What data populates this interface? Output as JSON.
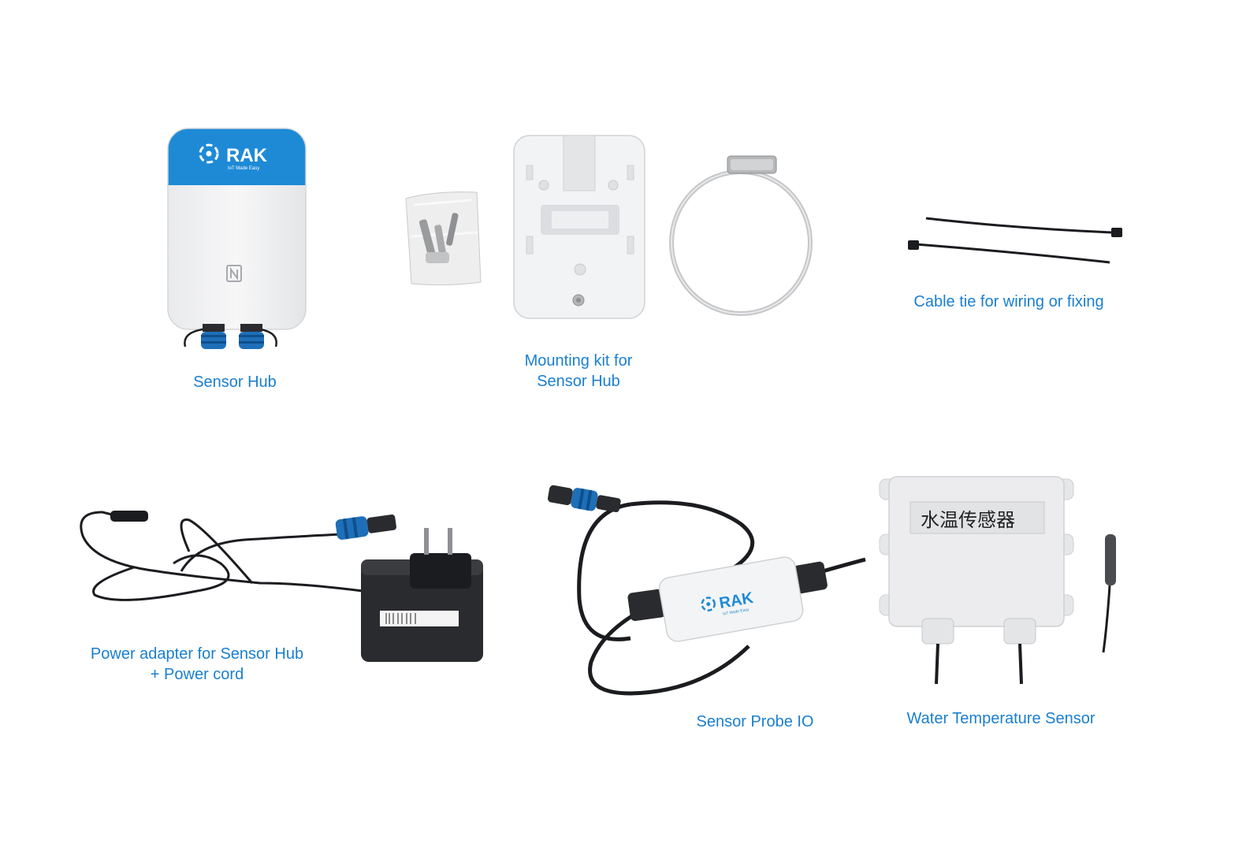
{
  "colors": {
    "caption": "#1a7fd1",
    "brand_blue": "#1e8ad6",
    "device_white": "#f1f2f4",
    "cable_black": "#1b1c1f"
  },
  "sensor_hub": {
    "caption": "Sensor Hub",
    "brand": "RAK",
    "tagline": "IoT Made Easy"
  },
  "mounting_kit": {
    "caption_line1": "Mounting kit for",
    "caption_line2": "Sensor Hub"
  },
  "cable_tie": {
    "caption": "Cable tie for wiring or fixing"
  },
  "power_adapter": {
    "caption_line1": "Power adapter for Sensor Hub",
    "caption_line2": "+ Power cord"
  },
  "probe_io": {
    "caption": "Sensor Probe IO",
    "brand": "RAK",
    "tagline": "IoT Made Easy"
  },
  "water_temp": {
    "caption": "Water Temperature Sensor",
    "label": "水温传感器"
  }
}
